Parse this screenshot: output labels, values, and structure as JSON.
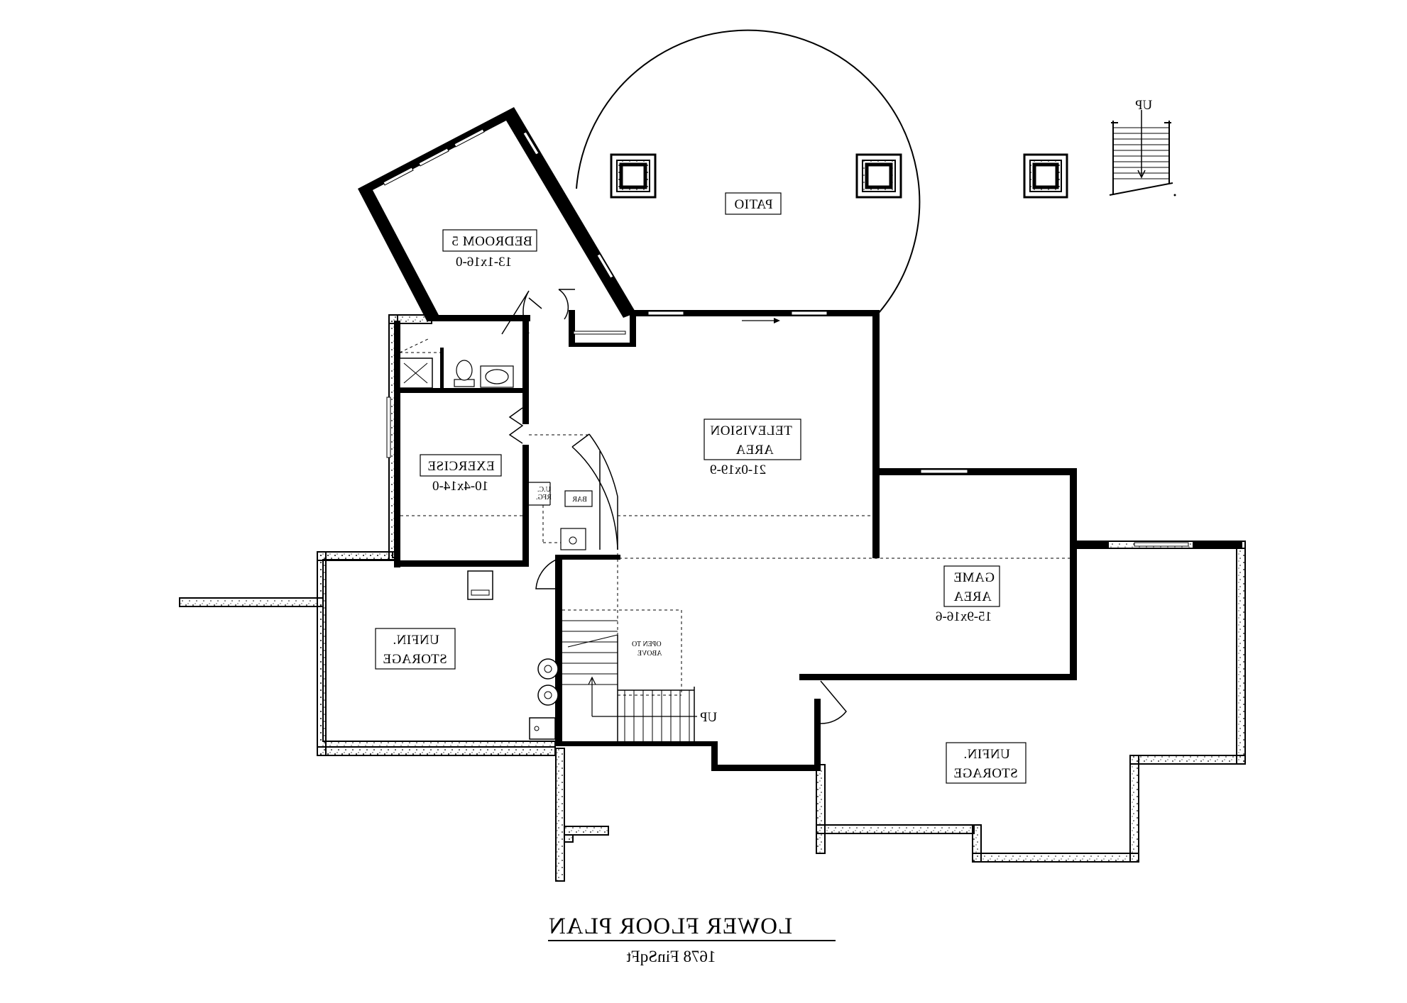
{
  "drawing": {
    "title": "LOWER FLOOR PLAN",
    "subtitle": "1678 FinSqFt"
  },
  "rooms": {
    "bedroom": {
      "name": "BEDROOM 5",
      "size": "13-1x16-0"
    },
    "patio": {
      "name": "PATIO"
    },
    "television": {
      "name_line1": "TELEVISION",
      "name_line2": "AREA",
      "size": "21-0x19-9"
    },
    "exercise": {
      "name": "EXERCISE",
      "size": "10-4x14-0"
    },
    "game": {
      "name_line1": "GAME",
      "name_line2": "AREA",
      "size": "15-9x16-6"
    },
    "storage_left": {
      "name_line1": "UNFIN.",
      "name_line2": "STORAGE"
    },
    "storage_right": {
      "name_line1": "UNFIN.",
      "name_line2": "STORAGE"
    },
    "bar": {
      "name": "BAR"
    },
    "fridge": {
      "line1": "U.C.",
      "line2": "RFG."
    }
  },
  "annotations": {
    "open_to_above_line1": "OPEN TO",
    "open_to_above_line2": "ABOVE",
    "stair_up_top": "UP",
    "stair_up_main": "UP"
  },
  "colors": {
    "line": "#000000",
    "background": "#ffffff"
  }
}
